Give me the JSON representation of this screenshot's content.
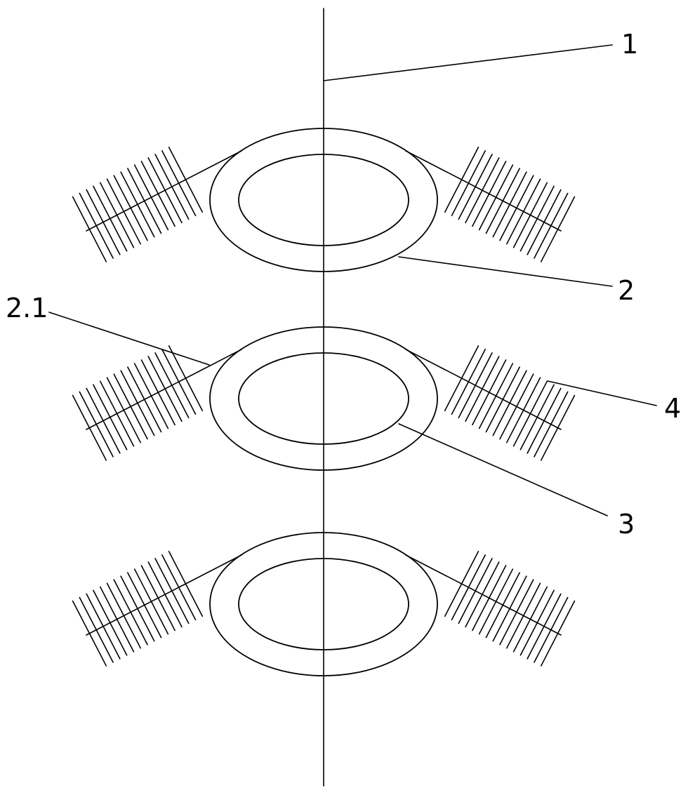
{
  "labels": {
    "axis": "1",
    "ring": "2",
    "ring_edge": "2.1",
    "inner_hole": "3",
    "brush": "4"
  },
  "colors": {
    "line": "#000000",
    "background": "#ffffff"
  }
}
